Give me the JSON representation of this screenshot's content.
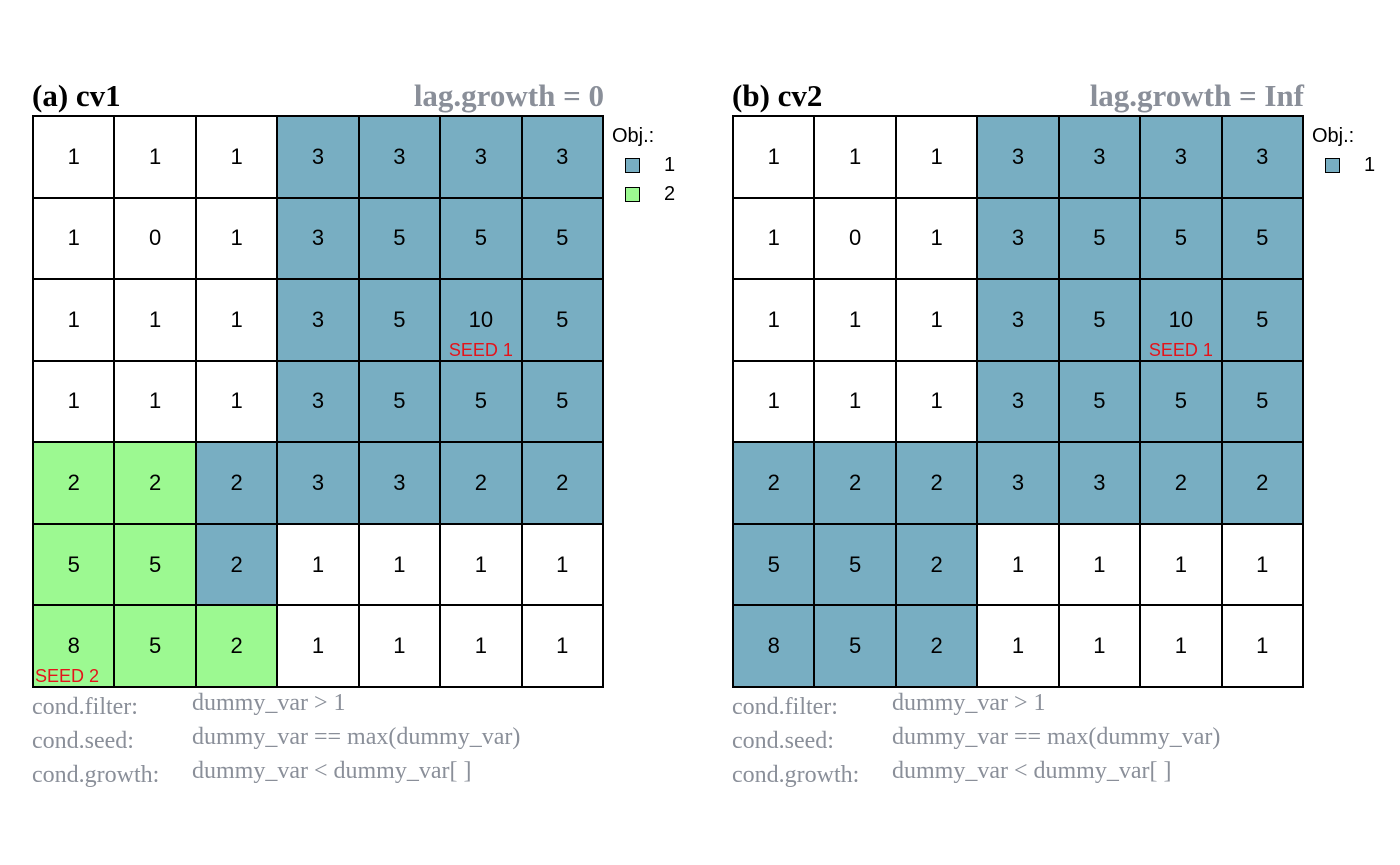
{
  "colors": {
    "blue": "#78aec2",
    "green": "#9cf991",
    "white": "#ffffff",
    "seed": "#e4141b",
    "muted": "#8a8f99"
  },
  "legend_title": "Obj.:",
  "conditions": {
    "filter_key": "cond.filter:",
    "filter_val": "dummy_var > 1",
    "seed_key": "cond.seed:",
    "seed_val": "dummy_var == max(dummy_var)",
    "growth_key": "cond.growth:",
    "growth_val": "dummy_var < dummy_var[ ]"
  },
  "panels": [
    {
      "title": "(a) cv1",
      "subtitle": "lag.growth = 0",
      "values": [
        [
          1,
          1,
          1,
          3,
          3,
          3,
          3
        ],
        [
          1,
          0,
          1,
          3,
          5,
          5,
          5
        ],
        [
          1,
          1,
          1,
          3,
          5,
          10,
          5
        ],
        [
          1,
          1,
          1,
          3,
          5,
          5,
          5
        ],
        [
          2,
          2,
          2,
          3,
          3,
          2,
          2
        ],
        [
          5,
          5,
          2,
          1,
          1,
          1,
          1
        ],
        [
          8,
          5,
          2,
          1,
          1,
          1,
          1
        ]
      ],
      "objects": [
        [
          0,
          0,
          0,
          1,
          1,
          1,
          1
        ],
        [
          0,
          0,
          0,
          1,
          1,
          1,
          1
        ],
        [
          0,
          0,
          0,
          1,
          1,
          1,
          1
        ],
        [
          0,
          0,
          0,
          1,
          1,
          1,
          1
        ],
        [
          2,
          2,
          1,
          1,
          1,
          1,
          1
        ],
        [
          2,
          2,
          1,
          0,
          0,
          0,
          0
        ],
        [
          2,
          2,
          2,
          0,
          0,
          0,
          0
        ]
      ],
      "seeds": [
        {
          "row": 2,
          "col": 5,
          "label": "SEED 1"
        },
        {
          "row": 6,
          "col": 0,
          "label": "SEED 2"
        }
      ],
      "legend": [
        {
          "label": "1",
          "color": "#78aec2"
        },
        {
          "label": "2",
          "color": "#9cf991"
        }
      ]
    },
    {
      "title": "(b) cv2",
      "subtitle": "lag.growth = Inf",
      "values": [
        [
          1,
          1,
          1,
          3,
          3,
          3,
          3
        ],
        [
          1,
          0,
          1,
          3,
          5,
          5,
          5
        ],
        [
          1,
          1,
          1,
          3,
          5,
          10,
          5
        ],
        [
          1,
          1,
          1,
          3,
          5,
          5,
          5
        ],
        [
          2,
          2,
          2,
          3,
          3,
          2,
          2
        ],
        [
          5,
          5,
          2,
          1,
          1,
          1,
          1
        ],
        [
          8,
          5,
          2,
          1,
          1,
          1,
          1
        ]
      ],
      "objects": [
        [
          0,
          0,
          0,
          1,
          1,
          1,
          1
        ],
        [
          0,
          0,
          0,
          1,
          1,
          1,
          1
        ],
        [
          0,
          0,
          0,
          1,
          1,
          1,
          1
        ],
        [
          0,
          0,
          0,
          1,
          1,
          1,
          1
        ],
        [
          1,
          1,
          1,
          1,
          1,
          1,
          1
        ],
        [
          1,
          1,
          1,
          0,
          0,
          0,
          0
        ],
        [
          1,
          1,
          1,
          0,
          0,
          0,
          0
        ]
      ],
      "seeds": [
        {
          "row": 2,
          "col": 5,
          "label": "SEED 1"
        }
      ],
      "legend": [
        {
          "label": "1",
          "color": "#78aec2"
        }
      ]
    }
  ]
}
